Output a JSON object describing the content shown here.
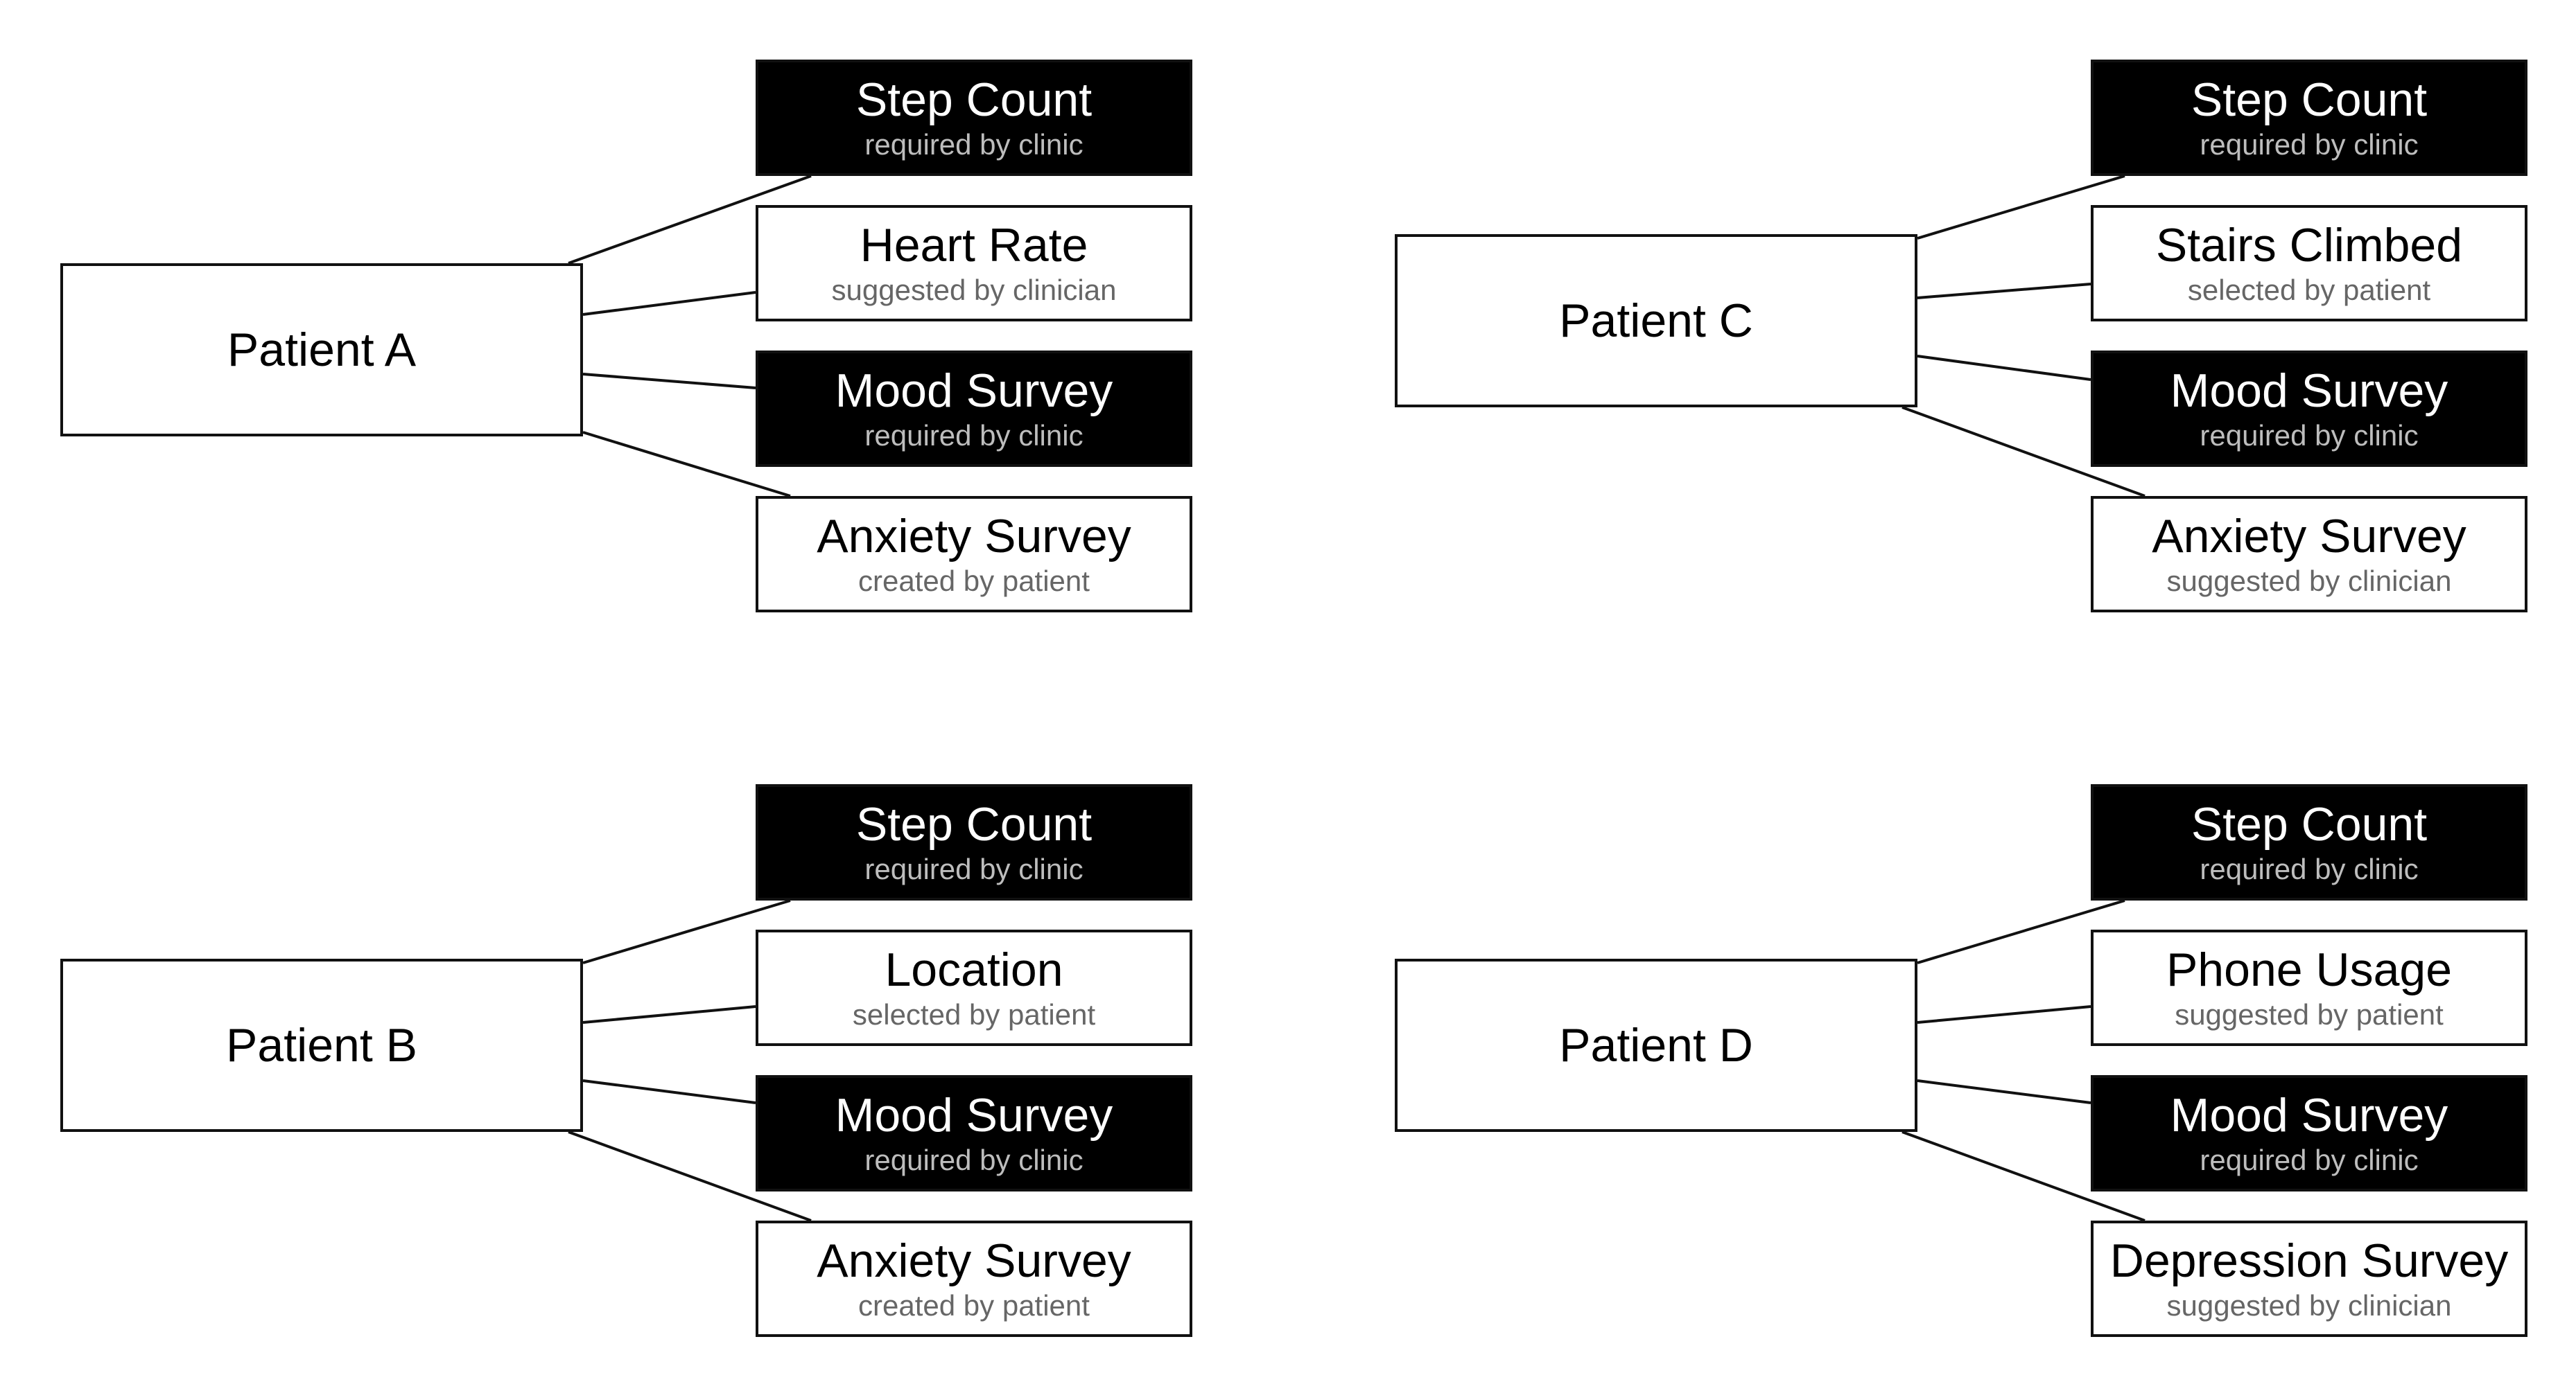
{
  "groups": [
    {
      "patient": "Patient A",
      "metrics": [
        {
          "title": "Step Count",
          "source": "required by clinic",
          "required": true
        },
        {
          "title": "Heart Rate",
          "source": "suggested by clinician",
          "required": false
        },
        {
          "title": "Mood Survey",
          "source": "required by clinic",
          "required": true
        },
        {
          "title": "Anxiety Survey",
          "source": "created by patient",
          "required": false
        }
      ]
    },
    {
      "patient": "Patient C",
      "metrics": [
        {
          "title": "Step Count",
          "source": "required by clinic",
          "required": true
        },
        {
          "title": "Stairs Climbed",
          "source": "selected by patient",
          "required": false
        },
        {
          "title": "Mood Survey",
          "source": "required by clinic",
          "required": true
        },
        {
          "title": "Anxiety Survey",
          "source": "suggested by clinician",
          "required": false
        }
      ]
    },
    {
      "patient": "Patient B",
      "metrics": [
        {
          "title": "Step Count",
          "source": "required by clinic",
          "required": true
        },
        {
          "title": "Location",
          "source": "selected by patient",
          "required": false
        },
        {
          "title": "Mood Survey",
          "source": "required by clinic",
          "required": true
        },
        {
          "title": "Anxiety Survey",
          "source": "created by patient",
          "required": false
        }
      ]
    },
    {
      "patient": "Patient D",
      "metrics": [
        {
          "title": "Step Count",
          "source": "required by clinic",
          "required": true
        },
        {
          "title": "Phone Usage",
          "source": "suggested by patient",
          "required": false
        },
        {
          "title": "Mood Survey",
          "source": "required by clinic",
          "required": true
        },
        {
          "title": "Depression Survey",
          "source": "suggested by clinician",
          "required": false
        }
      ]
    }
  ]
}
